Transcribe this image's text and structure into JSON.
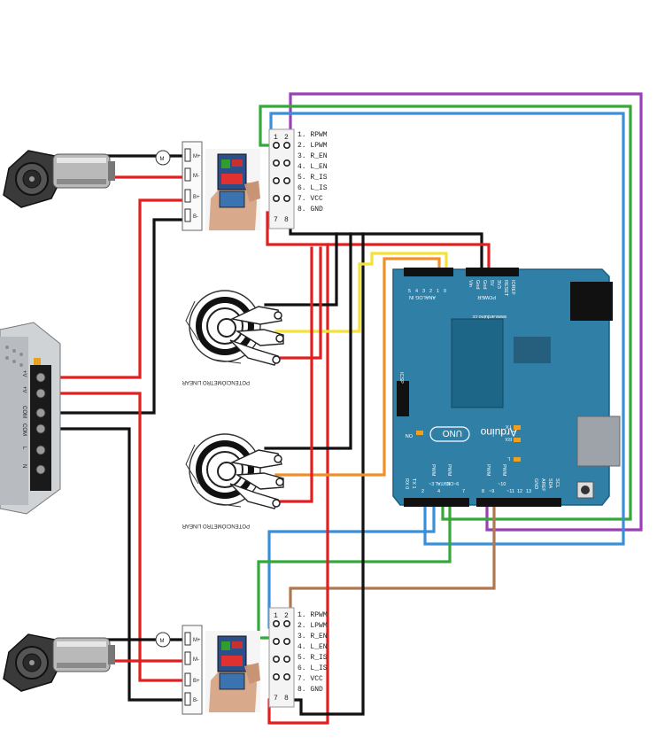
{
  "driver_header": {
    "col_numbers": [
      "1",
      "2"
    ],
    "bottom_numbers": [
      "7",
      "8"
    ],
    "pins": [
      "1. RPWM",
      "2. LPWM",
      "3. R_EN",
      "4. L_EN",
      "5. R_IS",
      "6. L_IS",
      "7. VCC",
      "8. GND"
    ]
  },
  "motor_terminal": {
    "labels": [
      "M+",
      "M-",
      "B+",
      "B-"
    ],
    "motor_symbol": "M"
  },
  "potentiometer": {
    "label": "POTENCIÓMETRO LINEAR"
  },
  "power_supply": {
    "labels": [
      "+V",
      "+V",
      "COM",
      "COM",
      "L",
      "N"
    ]
  },
  "arduino": {
    "brand": "Arduino",
    "model": "UNO",
    "url": "www.arduino.cc",
    "power_header": [
      "IOREF",
      "RESET",
      "3V3",
      "5V",
      "Gnd",
      "Gnd",
      "Vin"
    ],
    "power_label": "POWER",
    "analog_header": [
      "0",
      "1",
      "2",
      "3",
      "4",
      "5"
    ],
    "analog_label": "ANALOG IN",
    "digital_header": [
      "SCL",
      "SDA",
      "AREF",
      "GND",
      "13",
      "12",
      "~11",
      "~10",
      "~9",
      "8",
      "7",
      "~6",
      "~5",
      "4",
      "~3",
      "2",
      "TX 1",
      "RX 0"
    ],
    "digital_label": "DIGITAL",
    "pwm_label": "PWM",
    "led_labels": [
      "L",
      "TX",
      "RX",
      "ON"
    ],
    "icsp_label": "ICSP"
  },
  "colors": {
    "red": "#e02020",
    "black": "#111111",
    "blue": "#3a8fd8",
    "green": "#35a83a",
    "purple": "#9b3fb5",
    "yellow": "#f3e23a",
    "orange": "#f0902a",
    "brown": "#b07850",
    "board": "#2f7fa6"
  }
}
